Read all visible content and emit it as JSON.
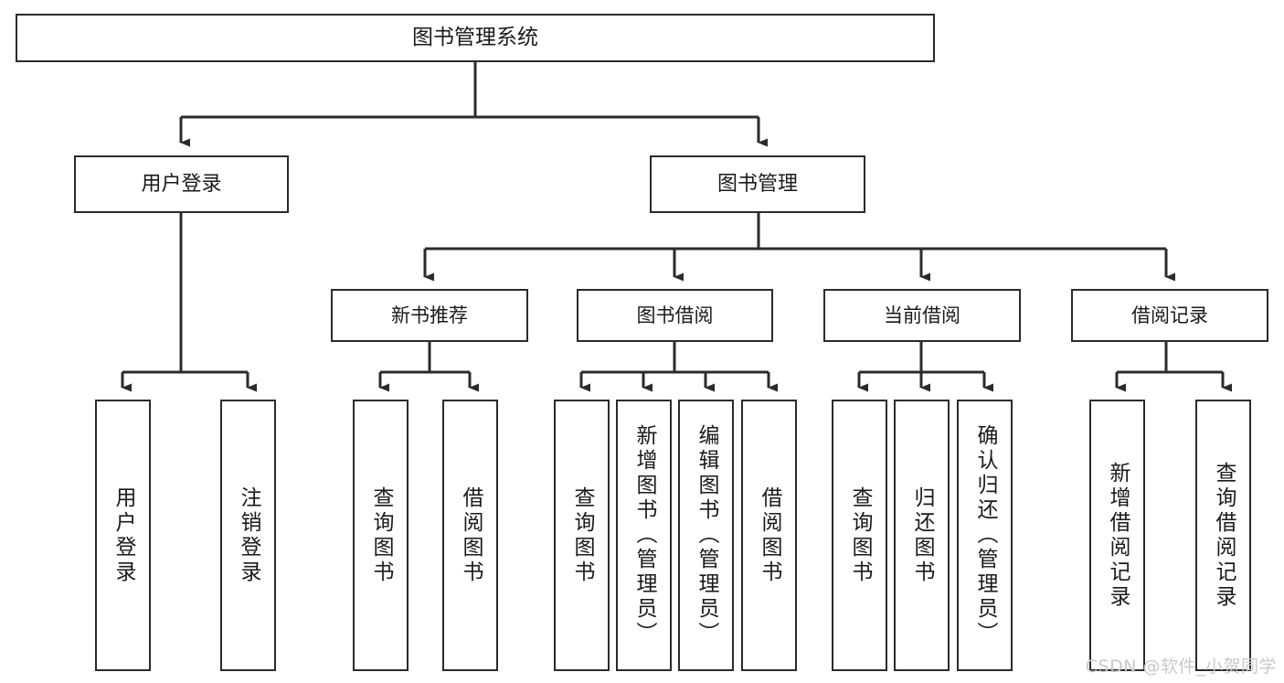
{
  "diagram": {
    "title": "图书管理系统",
    "type": "tree-hierarchy-chart",
    "watermark": "CSDN @软件_小贺同学",
    "colors": {
      "box_border": "#2b2b2b",
      "box_fill": "#ffffff",
      "connector": "#2b2b2b",
      "text": "#1a1a1a",
      "watermark": "#c9c9c9",
      "background": "#ffffff"
    },
    "root": {
      "label": "图书管理系统"
    },
    "level2": [
      {
        "label": "用户登录"
      },
      {
        "label": "图书管理"
      }
    ],
    "level3": [
      {
        "label": "新书推荐"
      },
      {
        "label": "图书借阅"
      },
      {
        "label": "当前借阅"
      },
      {
        "label": "借阅记录"
      }
    ],
    "leaves": {
      "user_login": [
        {
          "label": "用户登录"
        },
        {
          "label": "注销登录"
        }
      ],
      "new_book_recommend": [
        {
          "label": "查询图书"
        },
        {
          "label": "借阅图书"
        }
      ],
      "book_borrow": [
        {
          "label": "查询图书"
        },
        {
          "label": "新增图书（管理员）"
        },
        {
          "label": "编辑图书（管理员）"
        },
        {
          "label": "借阅图书"
        }
      ],
      "current_borrow": [
        {
          "label": "查询图书"
        },
        {
          "label": "归还图书"
        },
        {
          "label": "确认归还（管理员）"
        }
      ],
      "borrow_record": [
        {
          "label": "新增借阅记录"
        },
        {
          "label": "查询借阅记录"
        }
      ]
    }
  }
}
